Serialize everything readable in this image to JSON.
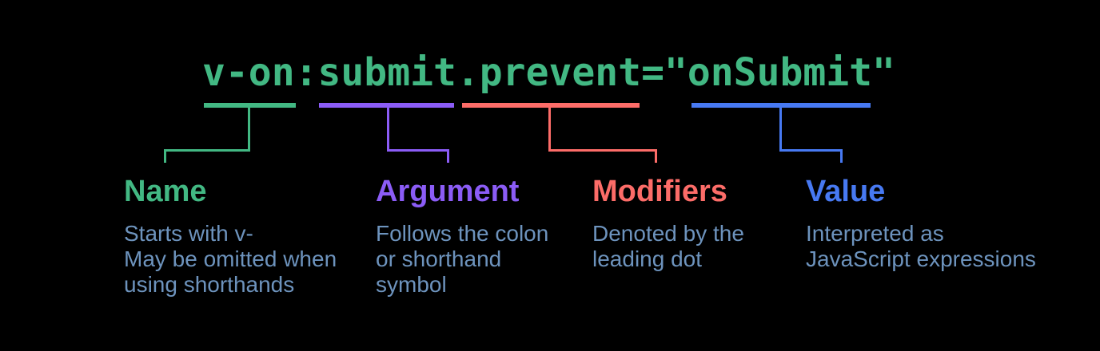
{
  "colors": {
    "background": "#000000",
    "code": "#42b883",
    "description": "#6d93bd"
  },
  "code": {
    "text": "v-on:submit.prevent=\"onSubmit\""
  },
  "annotations": [
    {
      "label": "Name",
      "token": "v-on",
      "color": "#42b883",
      "description": [
        "Starts with v-",
        "May be omitted when",
        "using shorthands"
      ]
    },
    {
      "label": "Argument",
      "token": "submit",
      "color": "#8b5cf6",
      "description": [
        "Follows the colon",
        "or shorthand",
        "symbol"
      ]
    },
    {
      "label": "Modifiers",
      "token": ".prevent",
      "color": "#fc6c68",
      "description": [
        "Denoted by the",
        "leading dot"
      ]
    },
    {
      "label": "Value",
      "token": "onSubmit",
      "color": "#4779f2",
      "description": [
        "Interpreted as",
        "JavaScript expressions"
      ]
    }
  ]
}
